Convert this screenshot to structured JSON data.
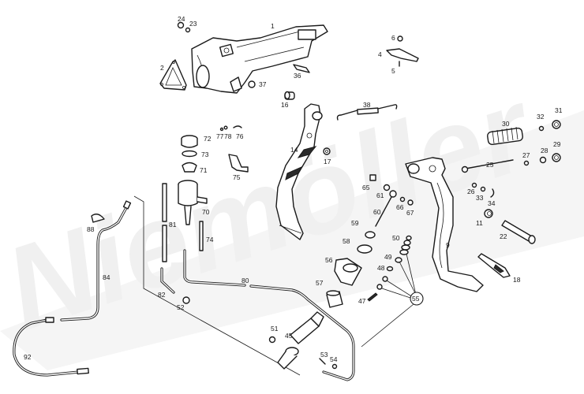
{
  "diagram": {
    "title": "Pedal assembly exploded parts diagram",
    "watermark": "Niemöller",
    "parts": [
      {
        "id": "1",
        "name": "pedal-bracket"
      },
      {
        "id": "2",
        "name": "gasket"
      },
      {
        "id": "4",
        "name": "stop-lever"
      },
      {
        "id": "5",
        "name": "screw"
      },
      {
        "id": "6",
        "name": "nut"
      },
      {
        "id": "9",
        "name": "brake-pedal"
      },
      {
        "id": "11",
        "name": "bushing"
      },
      {
        "id": "14",
        "name": "clutch-pedal"
      },
      {
        "id": "16",
        "name": "bushing"
      },
      {
        "id": "17",
        "name": "washer"
      },
      {
        "id": "18",
        "name": "pedal-pad"
      },
      {
        "id": "22",
        "name": "pedal-shaft"
      },
      {
        "id": "23",
        "name": "washer"
      },
      {
        "id": "24",
        "name": "nut"
      },
      {
        "id": "25",
        "name": "push-rod"
      },
      {
        "id": "26",
        "name": "washer"
      },
      {
        "id": "27",
        "name": "washer"
      },
      {
        "id": "28",
        "name": "nut"
      },
      {
        "id": "29",
        "name": "spring-seat"
      },
      {
        "id": "30",
        "name": "return-spring"
      },
      {
        "id": "31",
        "name": "spring-seat"
      },
      {
        "id": "32",
        "name": "washer"
      },
      {
        "id": "33",
        "name": "washer"
      },
      {
        "id": "34",
        "name": "circlip"
      },
      {
        "id": "36",
        "name": "plate"
      },
      {
        "id": "37",
        "name": "nut"
      },
      {
        "id": "38",
        "name": "tension-spring"
      },
      {
        "id": "45",
        "name": "master-cylinder"
      },
      {
        "id": "47",
        "name": "spring"
      },
      {
        "id": "48",
        "name": "washer"
      },
      {
        "id": "49",
        "name": "seal-ring"
      },
      {
        "id": "50",
        "name": "dust-boot"
      },
      {
        "id": "51",
        "name": "plug"
      },
      {
        "id": "52",
        "name": "nut"
      },
      {
        "id": "53",
        "name": "bolt"
      },
      {
        "id": "54",
        "name": "nut"
      },
      {
        "id": "55",
        "name": "repair-kit"
      },
      {
        "id": "56",
        "name": "cylinder-bracket"
      },
      {
        "id": "57",
        "name": "sleeve"
      },
      {
        "id": "58",
        "name": "seal"
      },
      {
        "id": "59",
        "name": "ring"
      },
      {
        "id": "60",
        "name": "push-rod"
      },
      {
        "id": "61",
        "name": "clevis"
      },
      {
        "id": "65",
        "name": "bolt"
      },
      {
        "id": "66",
        "name": "washer"
      },
      {
        "id": "67",
        "name": "nut"
      },
      {
        "id": "70",
        "name": "reservoir"
      },
      {
        "id": "71",
        "name": "strainer"
      },
      {
        "id": "72",
        "name": "cap"
      },
      {
        "id": "73",
        "name": "gasket"
      },
      {
        "id": "74",
        "name": "hose"
      },
      {
        "id": "75",
        "name": "bracket"
      },
      {
        "id": "76",
        "name": "clip"
      },
      {
        "id": "77",
        "name": "screw"
      },
      {
        "id": "78",
        "name": "washer"
      },
      {
        "id": "80",
        "name": "pressure-line"
      },
      {
        "id": "81",
        "name": "hose"
      },
      {
        "id": "82",
        "name": "elbow-pipe"
      },
      {
        "id": "84",
        "name": "pressure-line"
      },
      {
        "id": "88",
        "name": "clip"
      },
      {
        "id": "92",
        "name": "flexible-hose"
      }
    ]
  }
}
